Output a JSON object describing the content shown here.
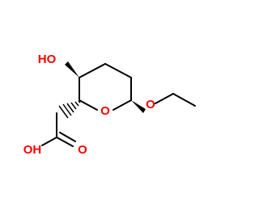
{
  "molecule": {
    "labels": {
      "hydroxyl": "HO",
      "ring_oxygen": "O",
      "ether_oxygen": "O",
      "carbonyl_oxygen": "O",
      "acid_hydroxyl": "OH"
    },
    "colors": {
      "bond": "#000000",
      "heteroatom": "#ff0000",
      "background": "#ffffff"
    },
    "stereo": {
      "c3_to_oh": "wedge",
      "c2_to_ch2": "hashed",
      "c6_to_oet": "wedge"
    }
  }
}
